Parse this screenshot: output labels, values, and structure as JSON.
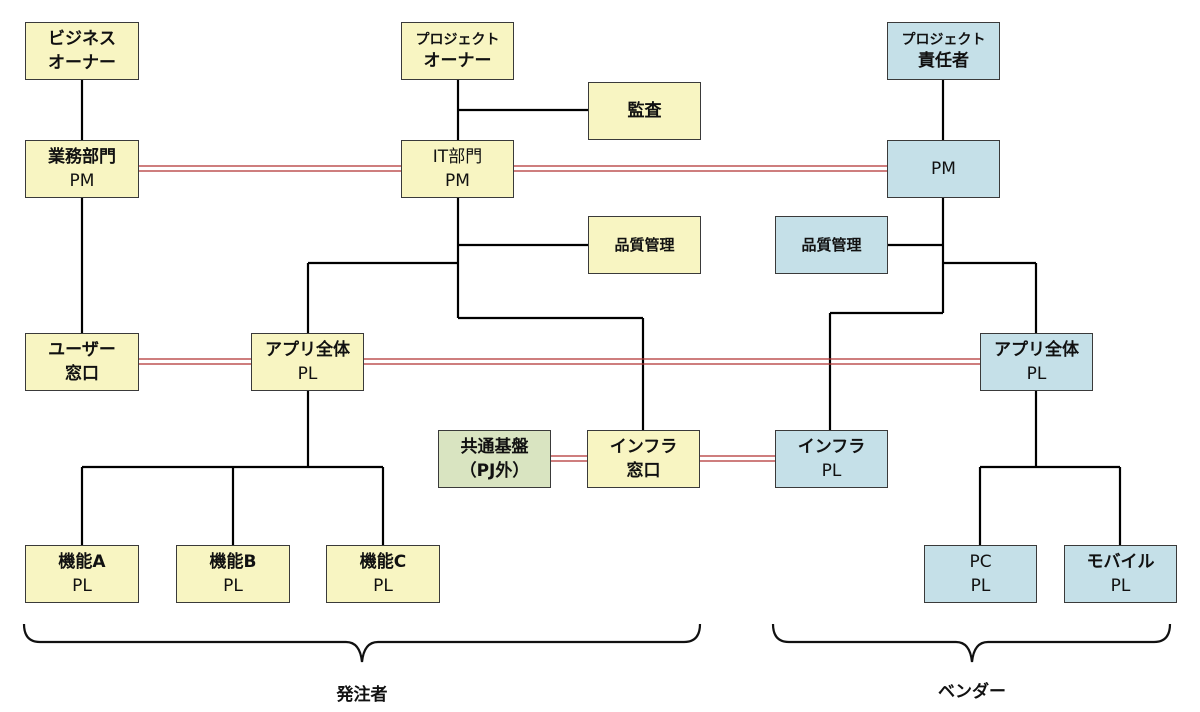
{
  "nodes": {
    "business_owner": {
      "line1": "ビジネス",
      "line2": "オーナー"
    },
    "project_owner": {
      "line1": "プロジェクト",
      "line2": "オーナー"
    },
    "project_responsible": {
      "line1": "プロジェクト",
      "line2": "責任者"
    },
    "audit": {
      "line1": "監査"
    },
    "business_pm": {
      "line1": "業務部門",
      "line2": "PM"
    },
    "it_pm": {
      "line1": "IT部門",
      "line2": "PM"
    },
    "vendor_pm": {
      "line1": "PM"
    },
    "qa_client": {
      "line1": "品質管理"
    },
    "qa_vendor": {
      "line1": "品質管理"
    },
    "user_contact": {
      "line1": "ユーザー",
      "line2": "窓口"
    },
    "app_pl_client": {
      "line1": "アプリ全体",
      "line2": "PL"
    },
    "app_pl_vendor": {
      "line1": "アプリ全体",
      "line2": "PL"
    },
    "common_infra": {
      "line1": "共通基盤",
      "line2": "（PJ外）"
    },
    "infra_contact": {
      "line1": "インフラ",
      "line2": "窓口"
    },
    "infra_pl": {
      "line1": "インフラ",
      "line2": "PL"
    },
    "func_a": {
      "line1": "機能A",
      "line2": "PL"
    },
    "func_b": {
      "line1": "機能B",
      "line2": "PL"
    },
    "func_c": {
      "line1": "機能C",
      "line2": "PL"
    },
    "pc_pl": {
      "line1": "PC",
      "line2": "PL"
    },
    "mobile_pl": {
      "line1": "モバイル",
      "line2": "PL"
    }
  },
  "groups": {
    "client_label": "発注者",
    "vendor_label": "ベンダー"
  },
  "colors": {
    "client_box": "#f8f5c2",
    "vendor_box": "#c5e0e8",
    "external_box": "#d9e4c1",
    "hierarchy_line": "#000000",
    "liaison_line": "#b03030"
  }
}
